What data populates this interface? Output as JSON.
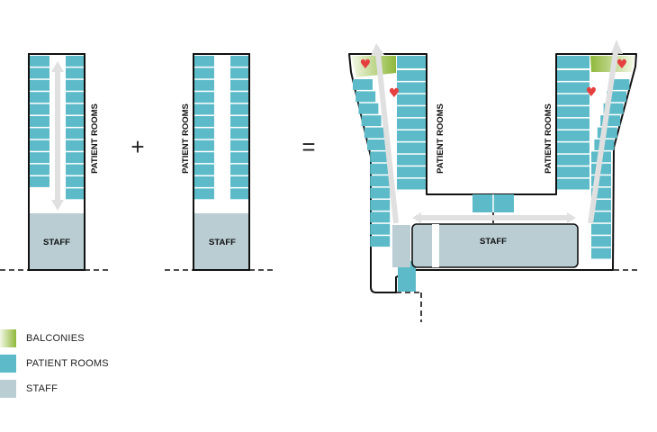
{
  "labels": {
    "patient_rooms": "PATIENT ROOMS",
    "staff": "STAFF"
  },
  "operators": {
    "plus": "+",
    "equals": "="
  },
  "legend": [
    {
      "label": "BALCONIES",
      "color": "#8fb83a"
    },
    {
      "label": "PATIENT ROOMS",
      "color": "#5dbbc9"
    },
    {
      "label": "STAFF",
      "color": "#b9cdd3"
    }
  ],
  "colors": {
    "patient": "#5dbbc9",
    "staff": "#b9cdd3",
    "balcony": "#8fb83a",
    "heart": "#e5403f",
    "arrow": "#e2e2e2"
  }
}
